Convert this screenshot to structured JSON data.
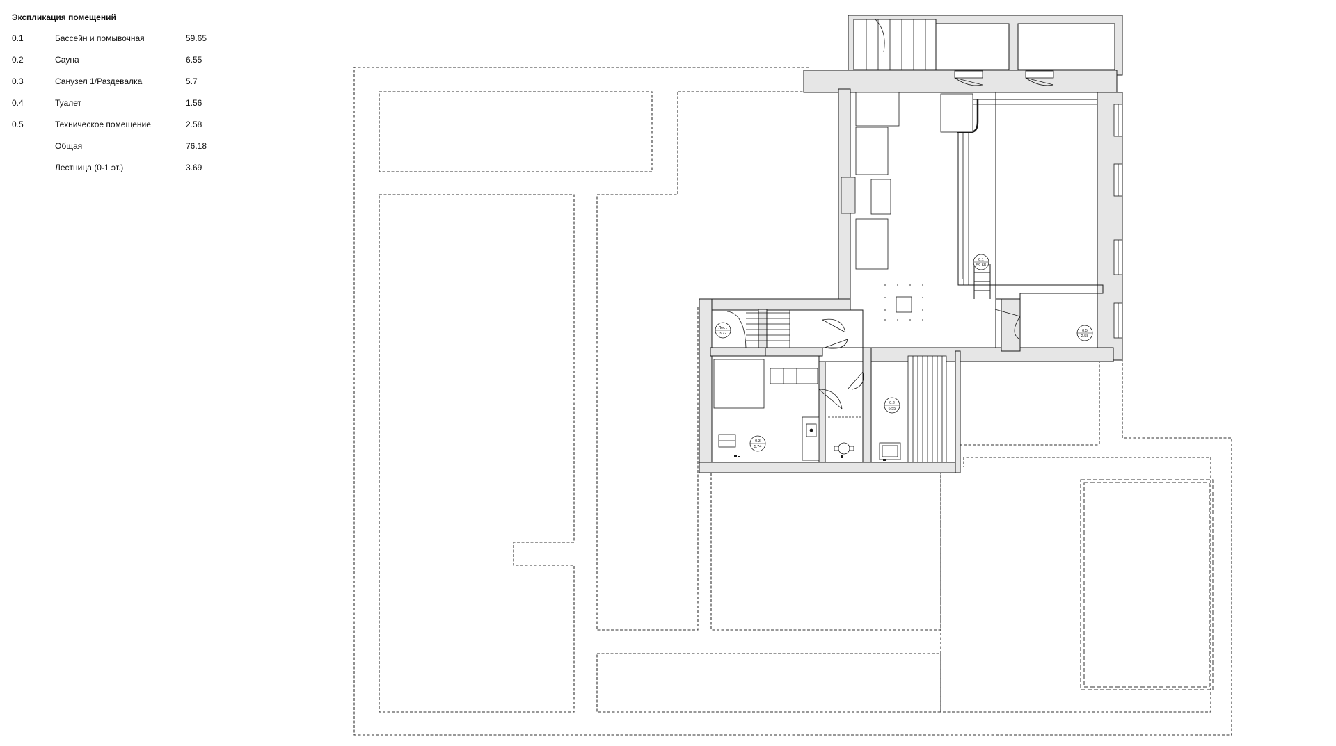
{
  "legend": {
    "title": "Экспликация помещений",
    "rows": [
      {
        "num": "0.1",
        "name": "Бассейн и помывочная",
        "area": "59.65"
      },
      {
        "num": "0.2",
        "name": "Сауна",
        "area": "6.55"
      },
      {
        "num": "0.3",
        "name": "Санузел 1/Раздевалка",
        "area": "5.7"
      },
      {
        "num": "0.4",
        "name": "Туалет",
        "area": "1.56"
      },
      {
        "num": "0.5",
        "name": "Техническое помещение",
        "area": "2.58"
      },
      {
        "num": "",
        "name": "Общая",
        "area": "76.18"
      },
      {
        "num": "",
        "name": "Лестница (0-1 эт.)",
        "area": "3.69"
      }
    ]
  },
  "plan": {
    "wall_color": "#e6e6e6",
    "line_color": "#1a1a1a",
    "room_tags": [
      {
        "id": "0.1",
        "area": "59.68"
      },
      {
        "id": "0.5",
        "area": "2.58"
      },
      {
        "id": "Лест.",
        "area": "3.72"
      },
      {
        "id": "0.2",
        "area": "6.55"
      },
      {
        "id": "0.3",
        "area": "5.74"
      }
    ]
  }
}
